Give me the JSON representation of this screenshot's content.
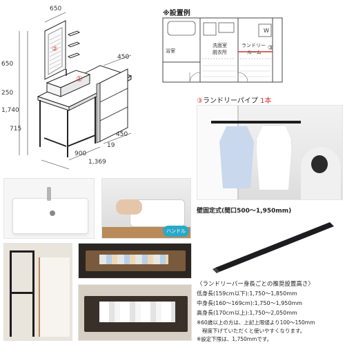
{
  "dimensions": {
    "top_width": "650",
    "depth_upper": "450",
    "mirror_height": "650",
    "counter_gap": "250",
    "total_height": "1,740",
    "counter_height": "715",
    "depth_lower": "450",
    "gap": "19",
    "cabinet_width": "900",
    "overall_width": "1,369"
  },
  "callouts": {
    "mirror": "②",
    "faucet": "①",
    "pipe": "③"
  },
  "install_example": {
    "title": "※設置例",
    "bath": "浴室",
    "washroom_line1": "洗面室",
    "washroom_line2": "脱衣所",
    "laundry_line1": "ランドリー",
    "laundry_line2": "ルーム",
    "w_mark": "W"
  },
  "pipe_section": {
    "title_prefix": "③",
    "title": "ランドリーパイプ",
    "count": "1本",
    "wall_mount": "壁固定式(間口500～1,950mm)"
  },
  "badge": {
    "label": "ハンドル"
  },
  "recommend": {
    "heading": "〈ランドリーバー身長ごとの推奨設置高さ〉",
    "rows": [
      "低身長(159cm以下):1,750～1,850mm",
      "中身長(160～169cm):1,750～1,950mm",
      "高身長(170cm以上):1,750～2,050mm"
    ],
    "notes": [
      "※60歳以上の方は、上記上限値より100～150mm",
      "程度下げていただくと使いやすくなります。",
      "※設定下限は、1,750mmです。"
    ]
  },
  "colors": {
    "accent_red": "#d0302a",
    "frame_black": "#1d1d1f",
    "wood": "#b98a5a"
  }
}
